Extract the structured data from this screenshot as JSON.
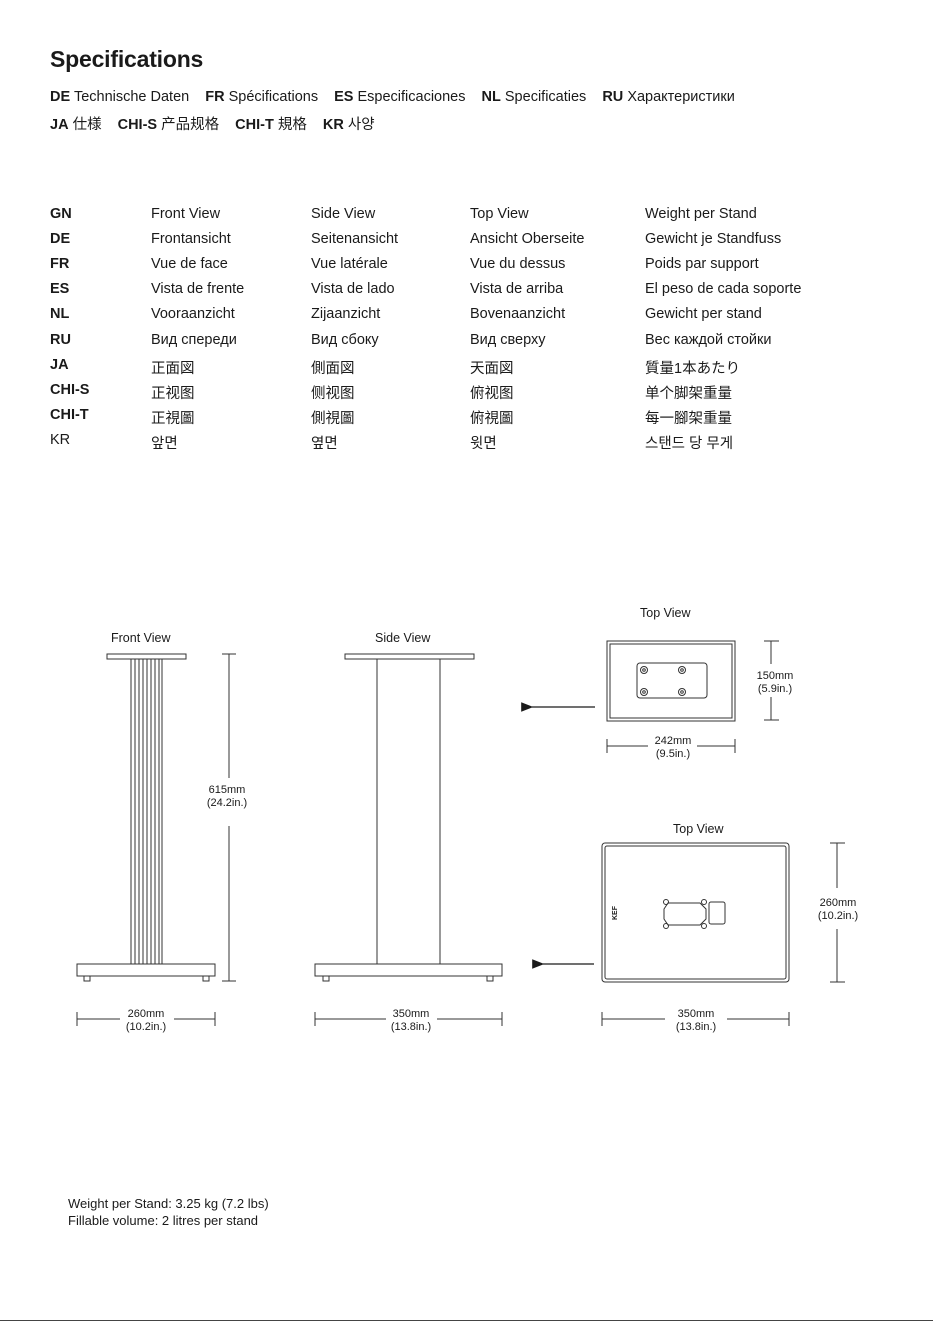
{
  "page": {
    "title": "Specifications",
    "languages_line1": [
      {
        "code": "DE",
        "label": "Technische Daten"
      },
      {
        "code": "FR",
        "label": "Spécifications"
      },
      {
        "code": "ES",
        "label": "Especificaciones"
      },
      {
        "code": "NL",
        "label": "Specificaties"
      },
      {
        "code": "RU",
        "label": "Характеристики"
      }
    ],
    "languages_line2": [
      {
        "code": "JA",
        "label": "仕様"
      },
      {
        "code": "CHI-S",
        "label": "产品规格"
      },
      {
        "code": "CHI-T",
        "label": "規格"
      },
      {
        "code": "KR",
        "label": "사양"
      }
    ]
  },
  "table": {
    "rows": [
      {
        "code": "GN",
        "front": "Front View",
        "side": "Side View",
        "top": "Top View",
        "weight": "Weight per Stand"
      },
      {
        "code": "DE",
        "front": "Frontansicht",
        "side": "Seitenansicht",
        "top": "Ansicht Oberseite",
        "weight": "Gewicht je Standfuss"
      },
      {
        "code": "FR",
        "front": "Vue de face",
        "side": "Vue latérale",
        "top": "Vue du dessus",
        "weight": "Poids par support"
      },
      {
        "code": "ES",
        "front": "Vista de frente",
        "side": "Vista de lado",
        "top": "Vista de arriba",
        "weight": "El peso de cada soporte"
      },
      {
        "code": "NL",
        "front": "Vooraanzicht",
        "side": "Zijaanzicht",
        "top": "Bovenaanzicht",
        "weight": "Gewicht per stand"
      },
      {
        "code": "RU",
        "front": "Вид спереди",
        "side": "Вид сбоку",
        "top": "Вид сверху",
        "weight": "Вес каждой стойки"
      },
      {
        "code": "JA",
        "front": "正面図",
        "side": "側面図",
        "top": "天面図",
        "weight": "質量1本あたり"
      },
      {
        "code": "CHI-S",
        "front": "正视图",
        "side": "侧视图",
        "top": "俯视图",
        "weight": "单个脚架重量"
      },
      {
        "code": "CHI-T",
        "front": "正視圖",
        "side": "側視圖",
        "top": "俯視圖",
        "weight": "每一腳架重量"
      },
      {
        "code": "KR",
        "front": "앞면",
        "side": "옆면",
        "top": "윗면",
        "weight": "스탠드 당 무게"
      }
    ]
  },
  "drawing": {
    "front_view_label": "Front View",
    "side_view_label": "Side View",
    "top_view_label_1": "Top View",
    "top_view_label_2": "Top View",
    "height_mm": "615mm",
    "height_in": "(24.2in.)",
    "front_width_mm": "260mm",
    "front_width_in": "(10.2in.)",
    "side_width_mm": "350mm",
    "side_width_in": "(13.8in.)",
    "top1_depth_mm": "150mm",
    "top1_depth_in": "(5.9in.)",
    "top1_width_mm": "242mm",
    "top1_width_in": "(9.5in.)",
    "top2_depth_mm": "260mm",
    "top2_depth_in": "(10.2in.)",
    "top2_width_mm": "350mm",
    "top2_width_in": "(13.8in.)",
    "logo_text": "KEF"
  },
  "notes": {
    "weight": "Weight per Stand: 3.25 kg (7.2 lbs)",
    "volume": "Fillable volume: 2 litres per stand"
  }
}
